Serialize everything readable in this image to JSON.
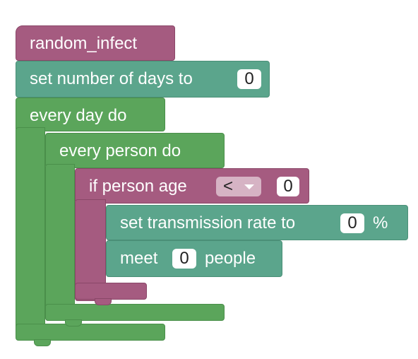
{
  "blocks": {
    "proc_name": "random_infect",
    "set_days_label": "set number of days to",
    "set_days_value": "0",
    "every_day_label": "every day do",
    "every_person_label": "every person do",
    "if_label": "if person age",
    "if_operator": "<",
    "if_value": "0",
    "set_rate_label": "set transmission rate to",
    "set_rate_value": "0",
    "set_rate_unit": "%",
    "meet_label": "meet",
    "meet_value": "0",
    "meet_suffix": "people"
  },
  "colors": {
    "procedure": "#a55b80",
    "loop": "#5ba55b",
    "action": "#5ba58c",
    "dropdown_bg": "#d6b3c4"
  }
}
